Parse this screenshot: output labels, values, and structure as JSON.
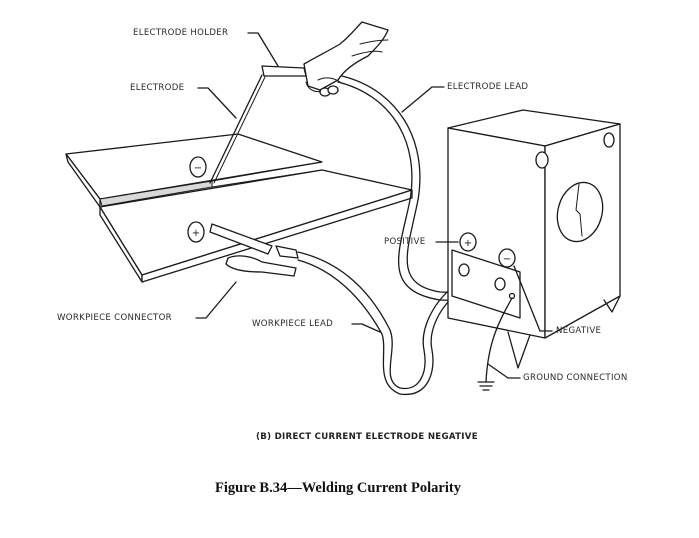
{
  "figure": {
    "title": "Figure B.34—Welding Current Polarity",
    "subtitle": "(B) DIRECT CURRENT ELECTRODE NEGATIVE"
  },
  "labels": {
    "electrode_holder": "ELECTRODE HOLDER",
    "electrode": "ELECTRODE",
    "electrode_lead": "ELECTRODE LEAD",
    "positive": "POSITIVE",
    "negative": "NEGATIVE",
    "workpiece_connector": "WORKPIECE CONNECTOR",
    "workpiece_lead": "WORKPIECE LEAD",
    "ground_connection": "GROUND CONNECTION"
  },
  "polarity_symbols": {
    "electrode_plate": "−",
    "workpiece_plate": "+",
    "source_positive": "+",
    "source_negative": "−"
  },
  "colors": {
    "line": "#1a1a1a",
    "background": "#ffffff",
    "weld_bead": "#d9d9d9"
  }
}
